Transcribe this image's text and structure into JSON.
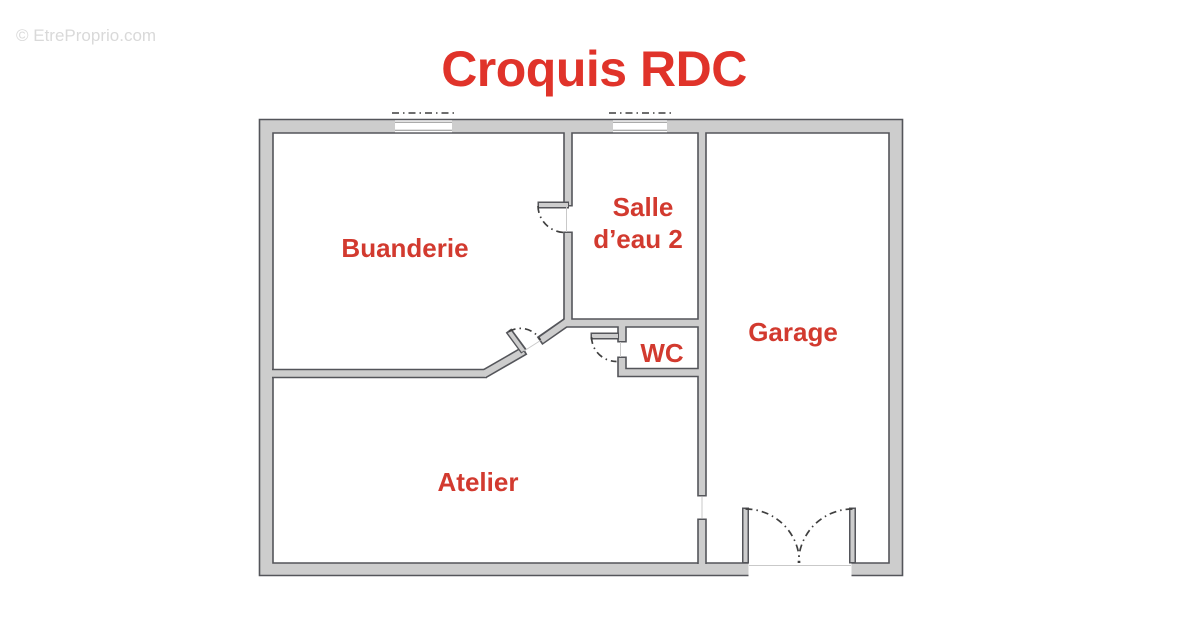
{
  "watermark": "© EtreProprio.com",
  "title": "Croquis RDC",
  "rooms": {
    "buanderie": {
      "label": "Buanderie"
    },
    "salle_deau": {
      "label_line1": "Salle",
      "label_line2": "d’eau 2"
    },
    "wc": {
      "label": "WC"
    },
    "garage": {
      "label": "Garage"
    },
    "atelier": {
      "label": "Atelier"
    }
  },
  "plan": {
    "doors": [
      "buanderie-door",
      "hall-diagonal-door",
      "wc-door",
      "atelier-garage-opening",
      "garage-double-door"
    ],
    "windows": [
      "buanderie-window",
      "salle-deau-window"
    ]
  },
  "colors": {
    "title_red": "#e0332a",
    "label_red": "#d23a2f",
    "wall_fill": "#cdcdcd",
    "wall_outline": "#54555a",
    "watermark_gray": "#d9d9d9"
  }
}
